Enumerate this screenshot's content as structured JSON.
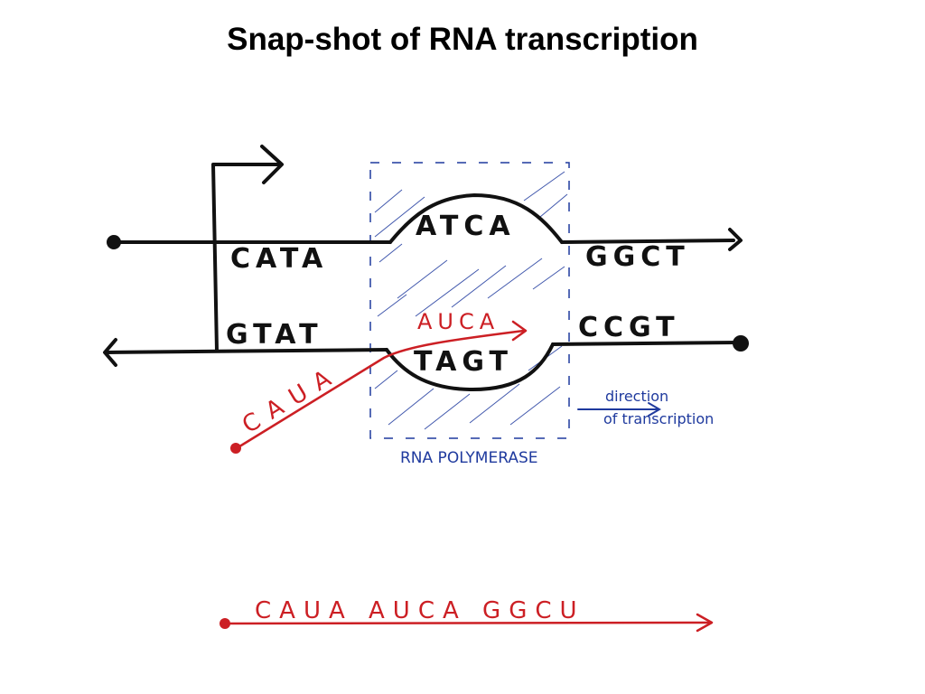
{
  "title": "Snap-shot of RNA transcription",
  "colors": {
    "dna": "#111111",
    "rna": "#cc1f24",
    "polymerase": "#1f3a9e"
  },
  "dna": {
    "top_strand": {
      "left_seq": "CATA",
      "bubble_seq": "ATCA",
      "right_seq": "GGCT"
    },
    "bottom_strand": {
      "left_seq": "GTAT",
      "bubble_seq": "TAGT",
      "right_seq": "CCGT"
    }
  },
  "rna": {
    "in_bubble_seq": "AUCA",
    "exiting_seq": "CAUA",
    "full_transcript": "CAUA AUCA GGCU"
  },
  "polymerase_label": "RNA POLYMERASE",
  "direction_label_line1": "direction",
  "direction_label_line2": "of transcription",
  "icons": [
    "promoter-arrow-icon",
    "direction-arrow-icon"
  ]
}
